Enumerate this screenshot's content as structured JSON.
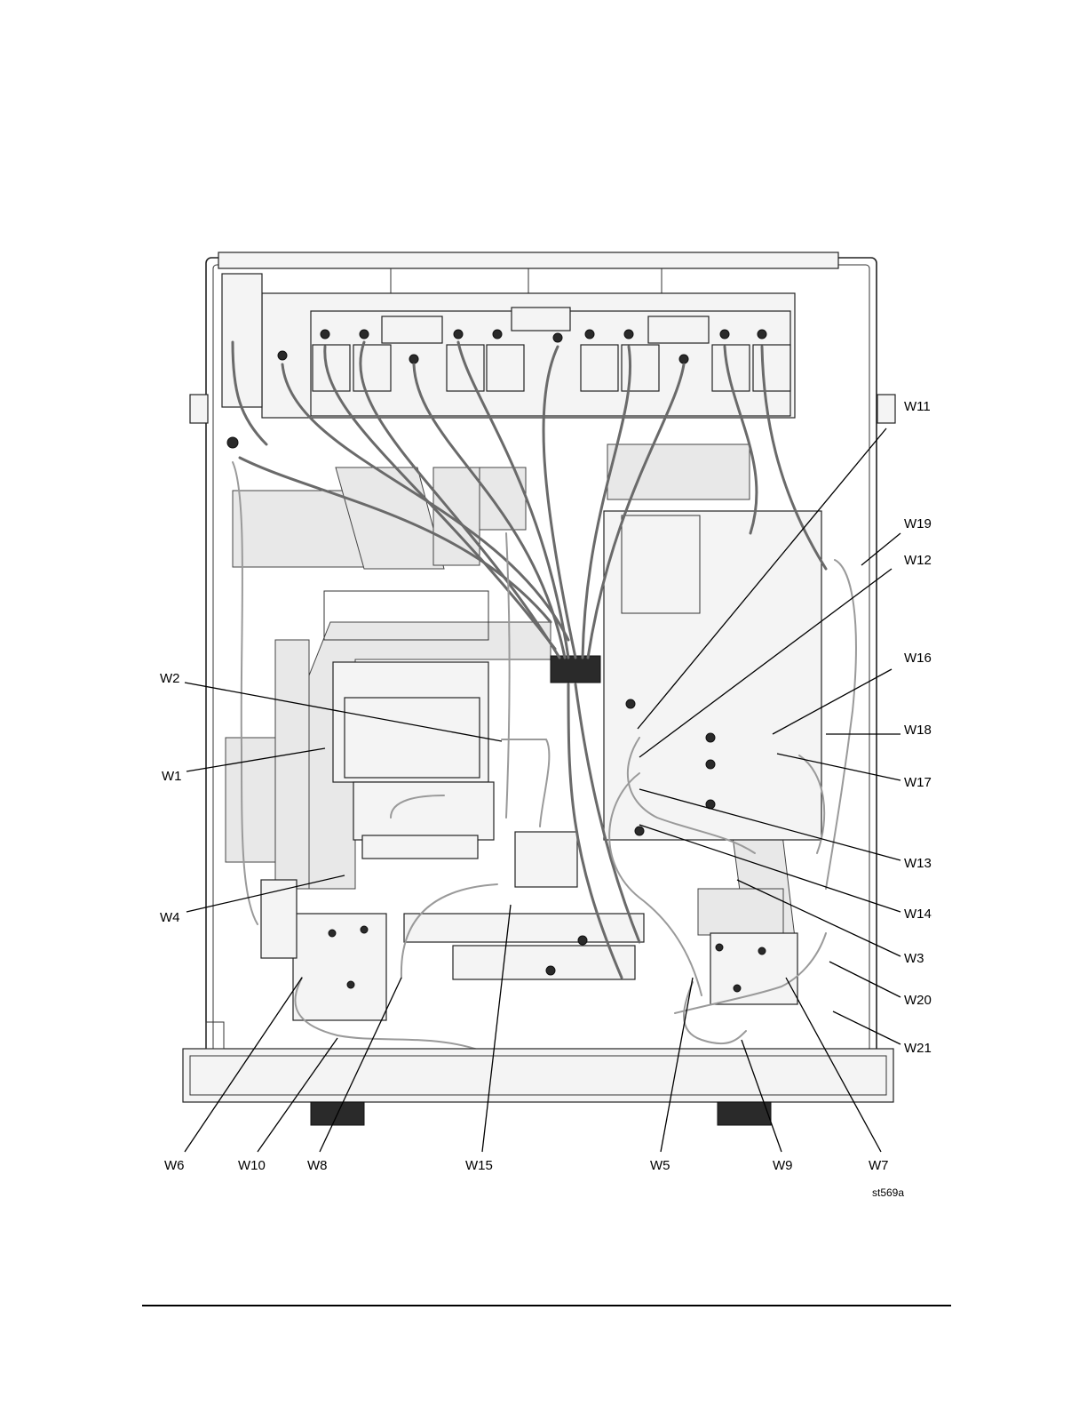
{
  "figure_id": "st569a",
  "callouts": [
    {
      "id": "w11",
      "label": "W11"
    },
    {
      "id": "w19",
      "label": "W19"
    },
    {
      "id": "w12",
      "label": "W12"
    },
    {
      "id": "w16",
      "label": "W16"
    },
    {
      "id": "w18",
      "label": "W18"
    },
    {
      "id": "w17",
      "label": "W17"
    },
    {
      "id": "w13",
      "label": "W13"
    },
    {
      "id": "w14",
      "label": "W14"
    },
    {
      "id": "w3",
      "label": "W3"
    },
    {
      "id": "w20",
      "label": "W20"
    },
    {
      "id": "w21",
      "label": "W21"
    },
    {
      "id": "w2",
      "label": "W2"
    },
    {
      "id": "w1",
      "label": "W1"
    },
    {
      "id": "w4",
      "label": "W4"
    },
    {
      "id": "w6",
      "label": "W6"
    },
    {
      "id": "w10",
      "label": "W10"
    },
    {
      "id": "w8",
      "label": "W8"
    },
    {
      "id": "w15",
      "label": "W15"
    },
    {
      "id": "w5",
      "label": "W5"
    },
    {
      "id": "w9",
      "label": "W9"
    },
    {
      "id": "w7",
      "label": "W7"
    }
  ]
}
